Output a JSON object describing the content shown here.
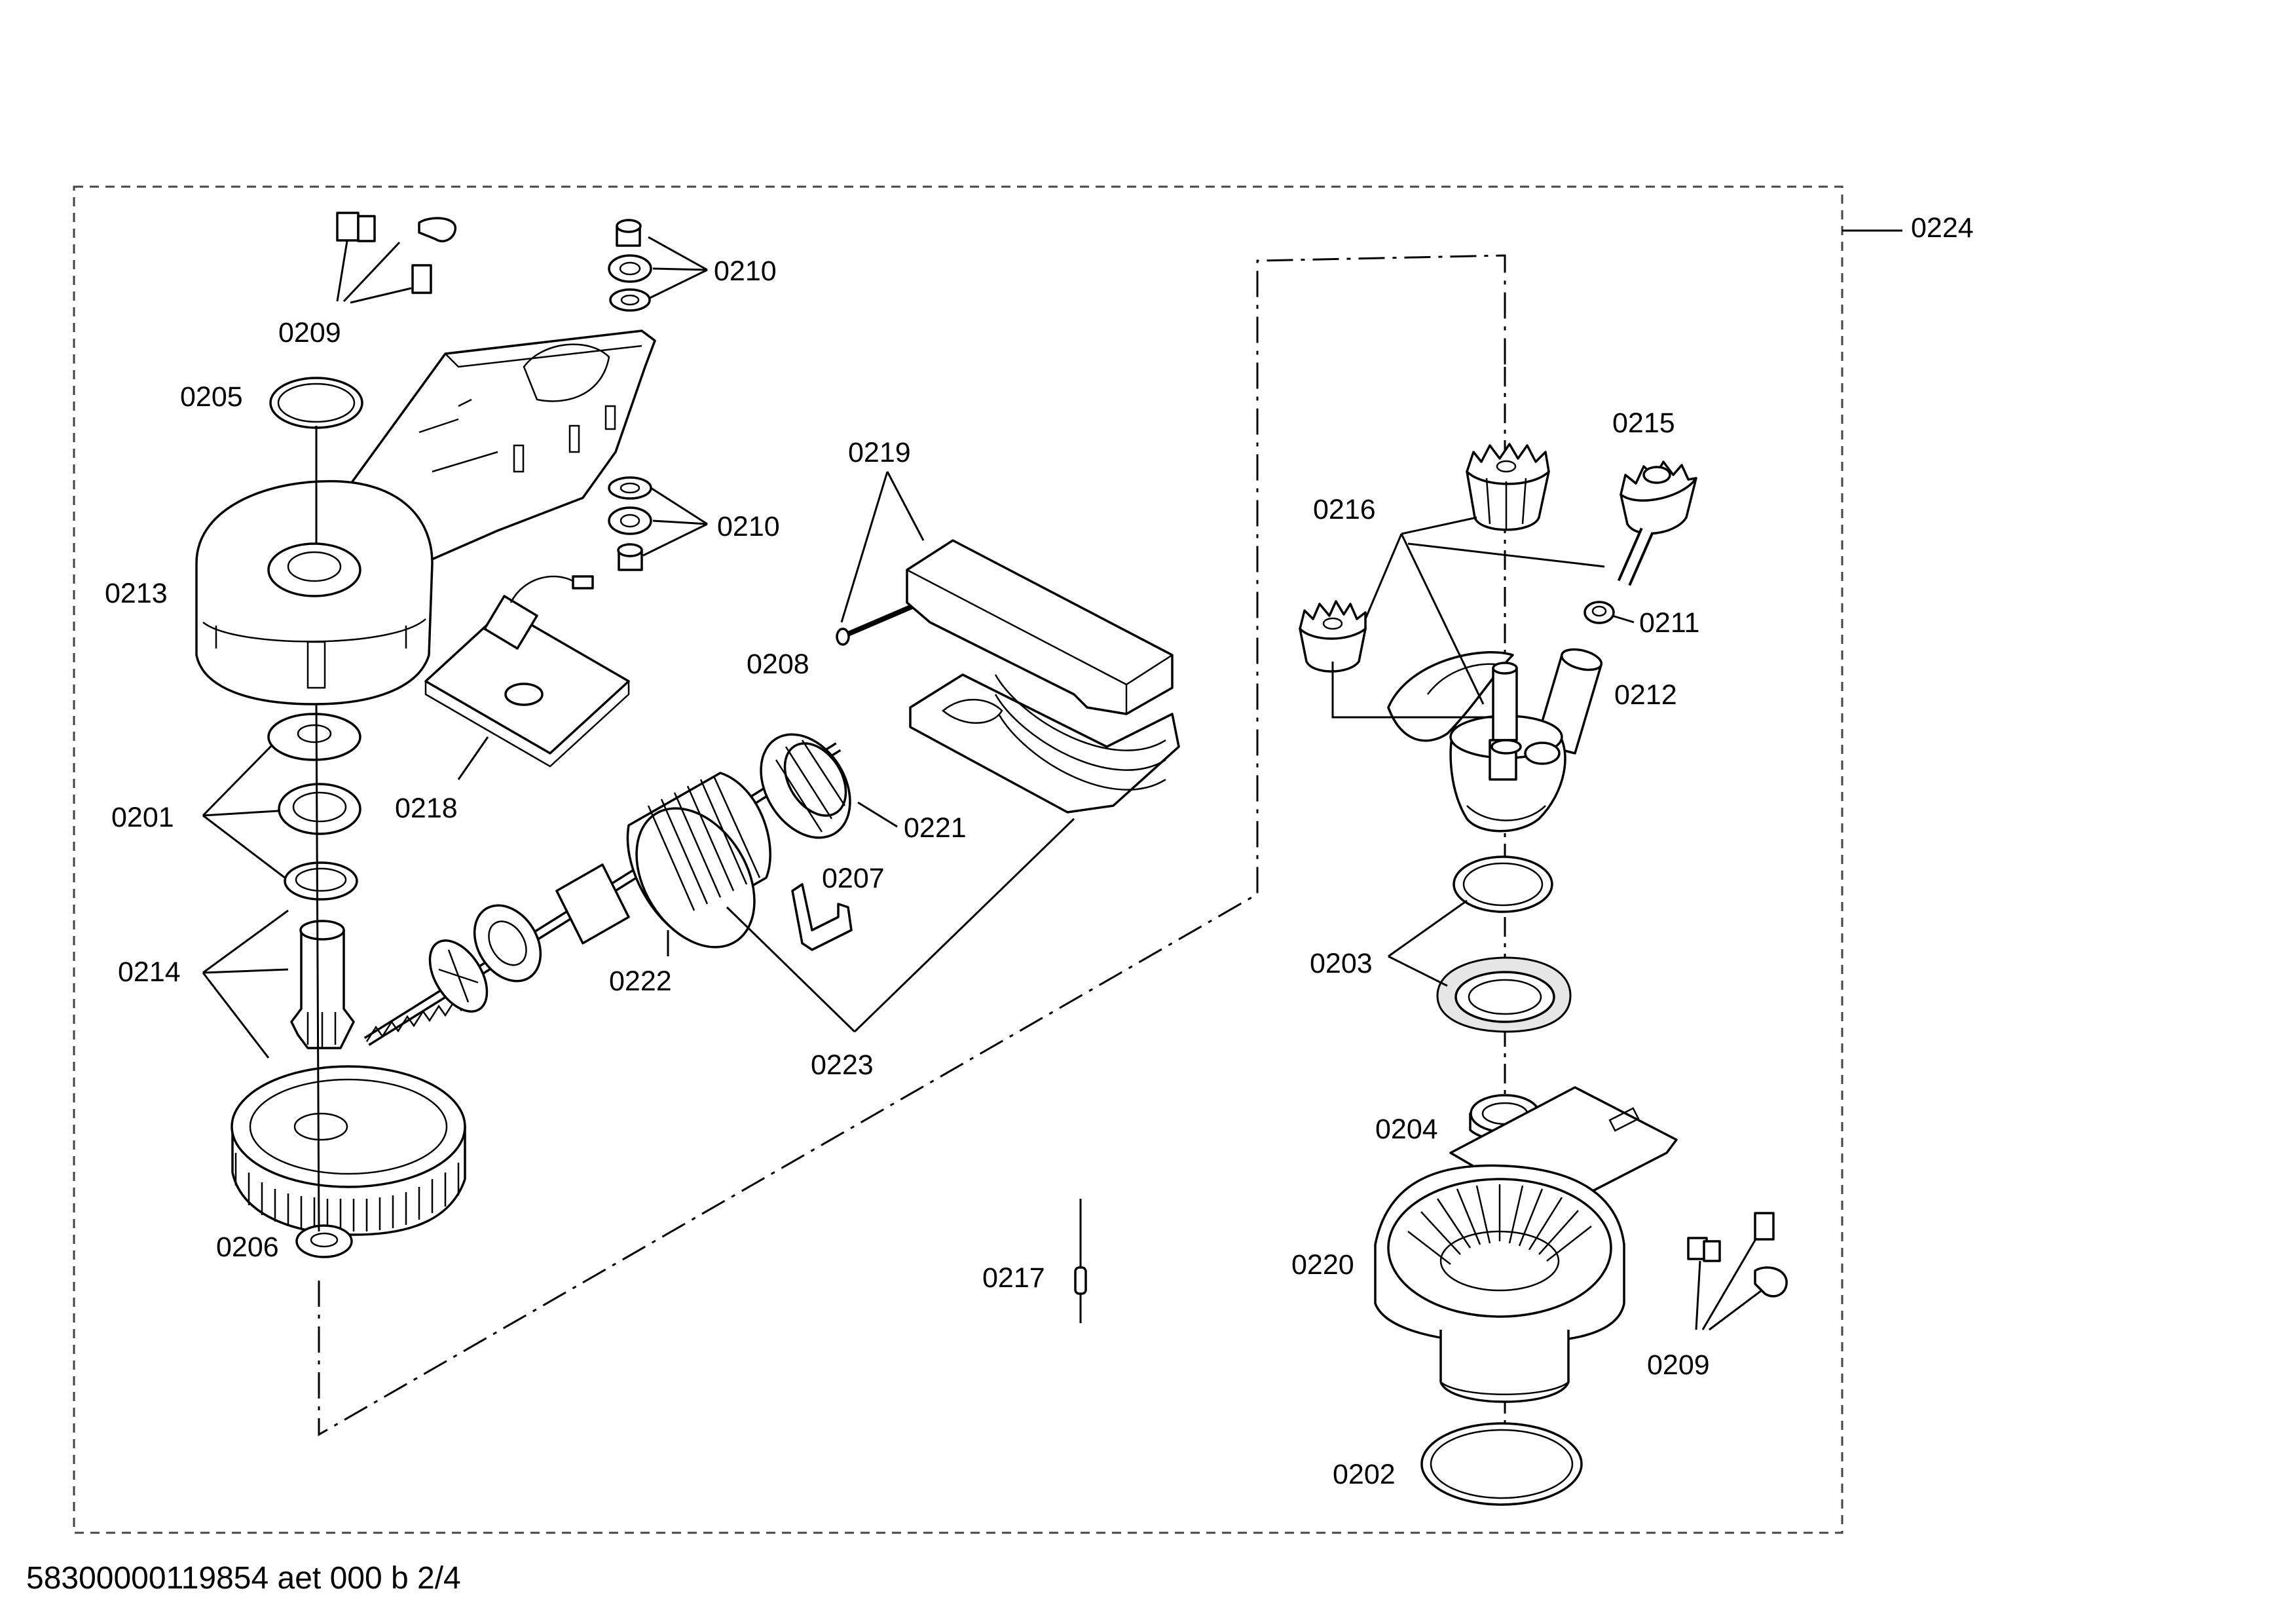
{
  "diagram": {
    "labels": {
      "p0201": "0201",
      "p0202": "0202",
      "p0203": "0203",
      "p0204": "0204",
      "p0205": "0205",
      "p0206": "0206",
      "p0207": "0207",
      "p0208": "0208",
      "p0209a": "0209",
      "p0209b": "0209",
      "p0210a": "0210",
      "p0210b": "0210",
      "p0211": "0211",
      "p0212": "0212",
      "p0213": "0213",
      "p0214": "0214",
      "p0215": "0215",
      "p0216": "0216",
      "p0217": "0217",
      "p0218": "0218",
      "p0219": "0219",
      "p0220": "0220",
      "p0221": "0221",
      "p0222": "0222",
      "p0223": "0223",
      "p0224": "0224"
    },
    "footer": "58300000119854 aet 000 b 2/4"
  }
}
